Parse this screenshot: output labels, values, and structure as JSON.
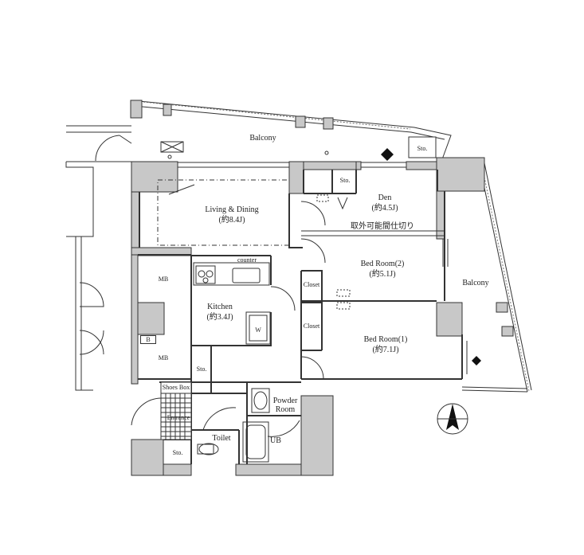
{
  "rooms": {
    "balcony_top": "Balcony",
    "balcony_right": "Balcony",
    "living_name": "Living & Dining",
    "living_size": "(約8.4J)",
    "den_name": "Den",
    "den_size": "(約4.5J)",
    "partition_note": "取外可能間仕切り",
    "bed2_name": "Bed Room(2)",
    "bed2_size": "(約5.1J)",
    "bed1_name": "Bed Room(1)",
    "bed1_size": "(約7.1J)",
    "kitchen_name": "Kitchen",
    "kitchen_size": "(約3.4J)",
    "counter": "counter",
    "w": "W",
    "mb_top": "MB",
    "mb_bottom": "MB",
    "b": "B",
    "sto_kitchen": "Sto.",
    "sto_top": "Sto.",
    "sto_den": "Sto.",
    "sto_entrance": "Sto.",
    "closet_1": "Closet",
    "closet_2": "Closet",
    "shoes_box": "Shoes Box",
    "entrance": "Entrance",
    "toilet": "Toilet",
    "powder_line1": "Powder",
    "powder_line2": "Room",
    "ub": "UB"
  },
  "icons": {
    "compass": "north-arrow-icon"
  },
  "colors": {
    "wall": "#c8c8c8",
    "line": "#333333"
  }
}
